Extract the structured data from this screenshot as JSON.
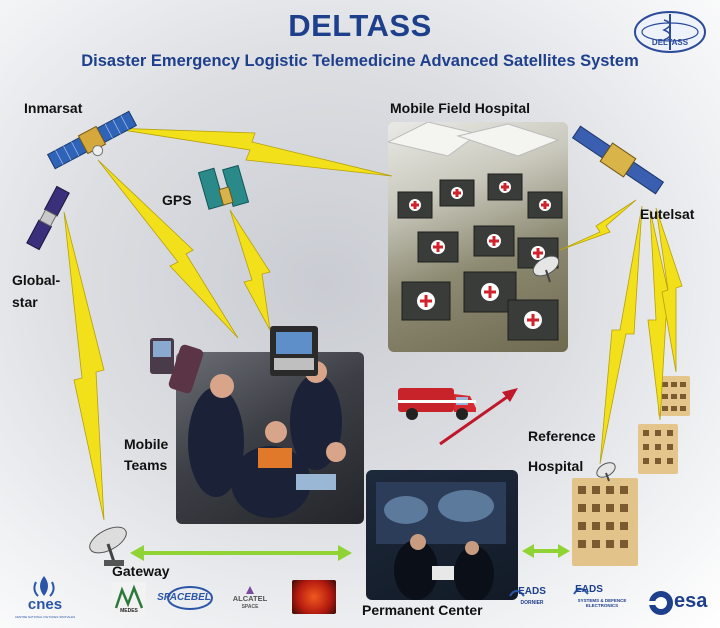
{
  "header": {
    "title": "DELTASS",
    "subtitle": "Disaster Emergency Logistic Telemedicine Advanced Satellites System",
    "emblem_text": "DELTASS"
  },
  "nodes": {
    "inmarsat": "Inmarsat",
    "gps": "GPS",
    "globalstar_line1": "Global-",
    "globalstar_line2": "star",
    "mobile_field_hospital": "Mobile Field Hospital",
    "eutelsat": "Eutelsat",
    "mobile_teams_line1": "Mobile",
    "mobile_teams_line2": "Teams",
    "reference_hospital_line1": "Reference",
    "reference_hospital_line2": "Hospital",
    "gateway": "Gateway",
    "permanent_center": "Permanent Center"
  },
  "partners": {
    "cnes": "cnes",
    "cnes_sub": "CENTRE NATIONAL D'ETUDES SPATIALES",
    "medes": "MEDES",
    "spacebel": "SPACEBEL",
    "alcatel": "ALCATEL",
    "alcatel_sub": "SPACE",
    "eads_dornier": "EADS",
    "eads_dornier_sub": "DORNIER",
    "eads_sde": "EADS",
    "eads_sde_sub": "SYSTEMS & DEFENCE ELECTRONICS",
    "esa": "esa"
  },
  "colors": {
    "title": "#1e3f8c",
    "lightning": "#f2e01a",
    "link_arrow": "#8fd334",
    "red_arrow": "#c0182a"
  }
}
